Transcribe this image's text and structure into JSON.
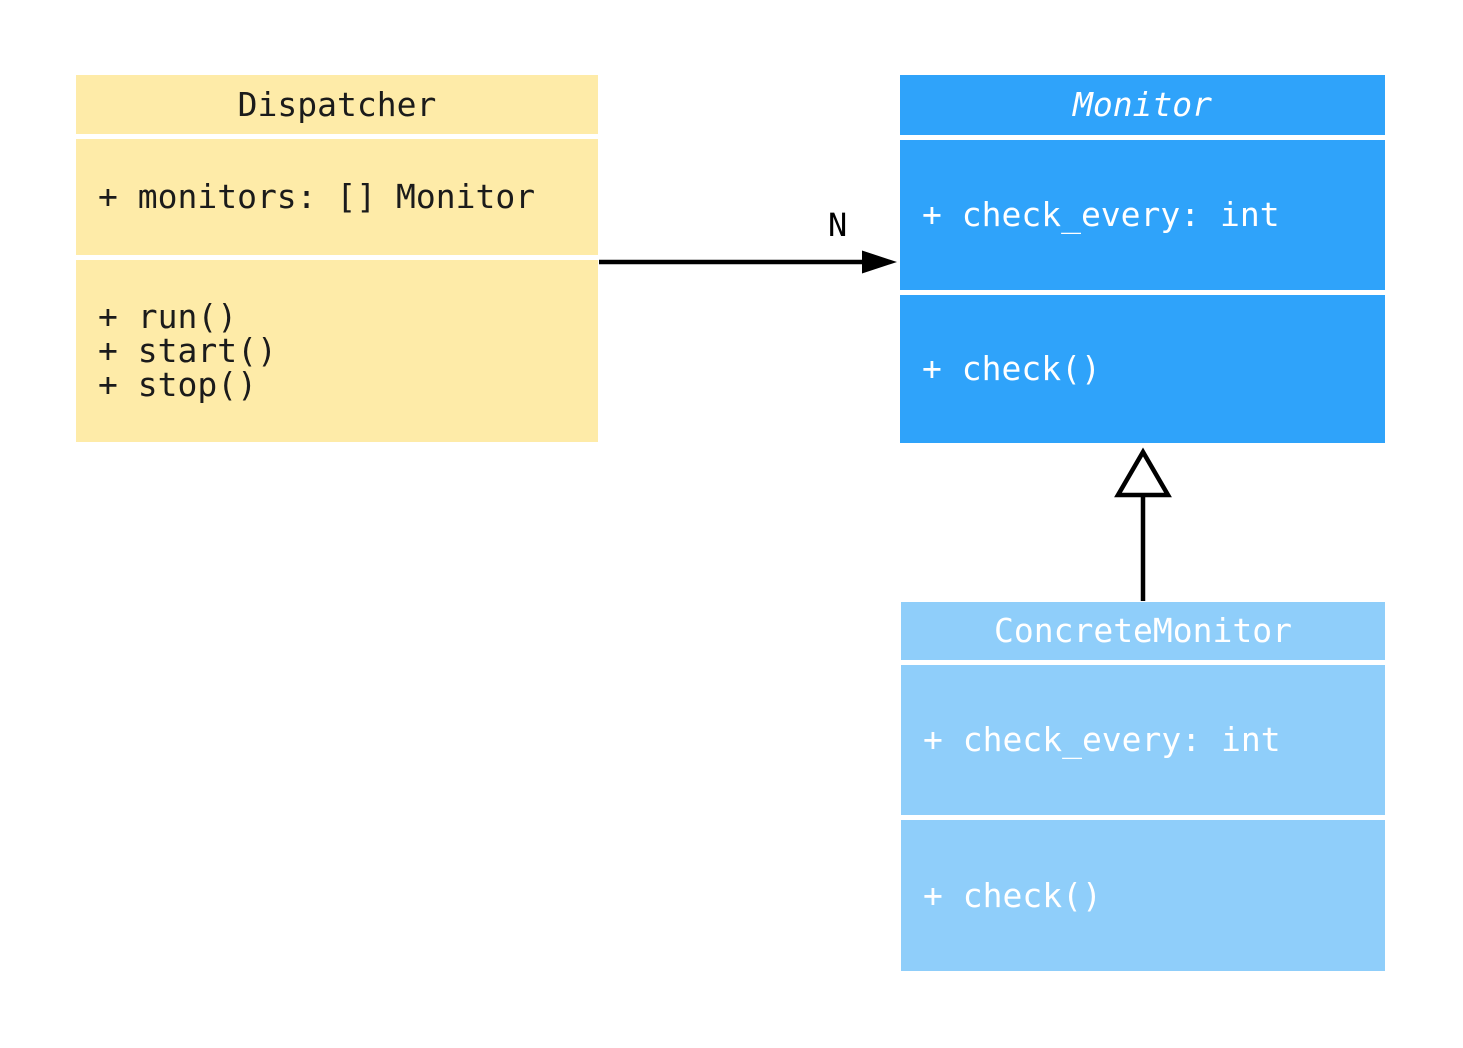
{
  "diagram": {
    "background_color": "#ffffff",
    "classes": {
      "dispatcher": {
        "title": "Dispatcher",
        "attributes": [
          "+ monitors: [] Monitor"
        ],
        "methods": [
          "+ run()",
          "+ start()",
          "+ stop()"
        ],
        "fill_color": "#FEEBA8",
        "text_color": "#1b1b1b",
        "abstract": false
      },
      "monitor": {
        "title": "Monitor",
        "attributes": [
          "+ check_every: int"
        ],
        "methods": [
          "+ check()"
        ],
        "fill_color": "#2FA3FA",
        "text_color": "#ffffff",
        "abstract": true
      },
      "concrete_monitor": {
        "title": "ConcreteMonitor",
        "attributes": [
          "+ check_every: int"
        ],
        "methods": [
          "+ check()"
        ],
        "fill_color": "#8FCEFA",
        "text_color": "#ffffff",
        "abstract": false
      }
    },
    "relations": {
      "association": {
        "from": "Dispatcher",
        "to": "Monitor",
        "label": "N",
        "style": "solid-line-filled-arrowhead",
        "line_color": "#000000"
      },
      "inheritance": {
        "from": "ConcreteMonitor",
        "to": "Monitor",
        "style": "solid-line-hollow-triangle",
        "line_color": "#000000"
      }
    }
  }
}
